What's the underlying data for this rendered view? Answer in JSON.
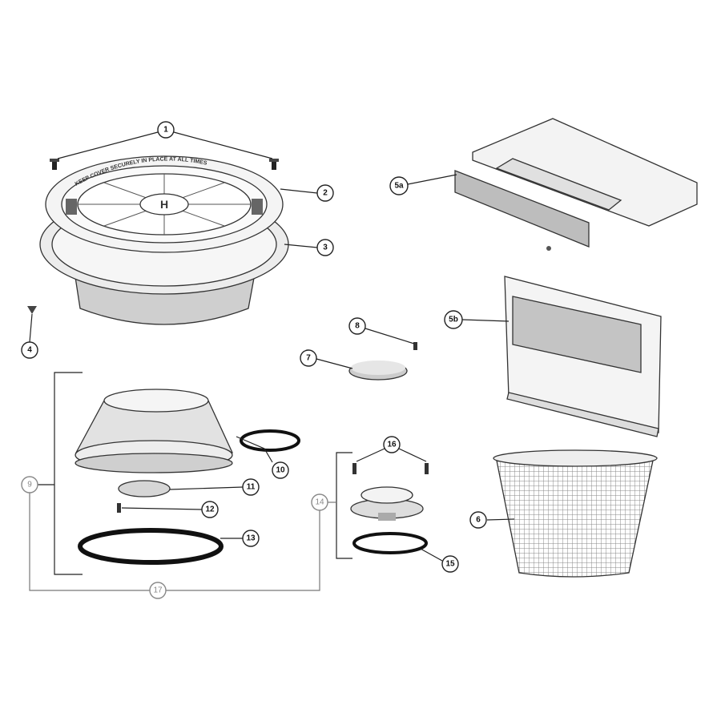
{
  "diagram": {
    "cover_text": "KEEP COVER SECURELY IN PLACE AT ALL TIMES",
    "callouts": [
      {
        "id": "c1",
        "label": "1"
      },
      {
        "id": "c2",
        "label": "2"
      },
      {
        "id": "c3",
        "label": "3"
      },
      {
        "id": "c4",
        "label": "4"
      },
      {
        "id": "c5a",
        "label": "5a"
      },
      {
        "id": "c5b",
        "label": "5b"
      },
      {
        "id": "c6",
        "label": "6"
      },
      {
        "id": "c7",
        "label": "7"
      },
      {
        "id": "c8",
        "label": "8"
      },
      {
        "id": "c9",
        "label": "9"
      },
      {
        "id": "c10",
        "label": "10"
      },
      {
        "id": "c11",
        "label": "11"
      },
      {
        "id": "c12",
        "label": "12"
      },
      {
        "id": "c13",
        "label": "13"
      },
      {
        "id": "c14",
        "label": "14"
      },
      {
        "id": "c15",
        "label": "15"
      },
      {
        "id": "c16",
        "label": "16"
      },
      {
        "id": "c17",
        "label": "17"
      }
    ]
  },
  "colors": {
    "line": "#222222",
    "group_callout": "#888888",
    "part_fill": "#e6e6e6",
    "part_shade": "#bdbdbd"
  }
}
